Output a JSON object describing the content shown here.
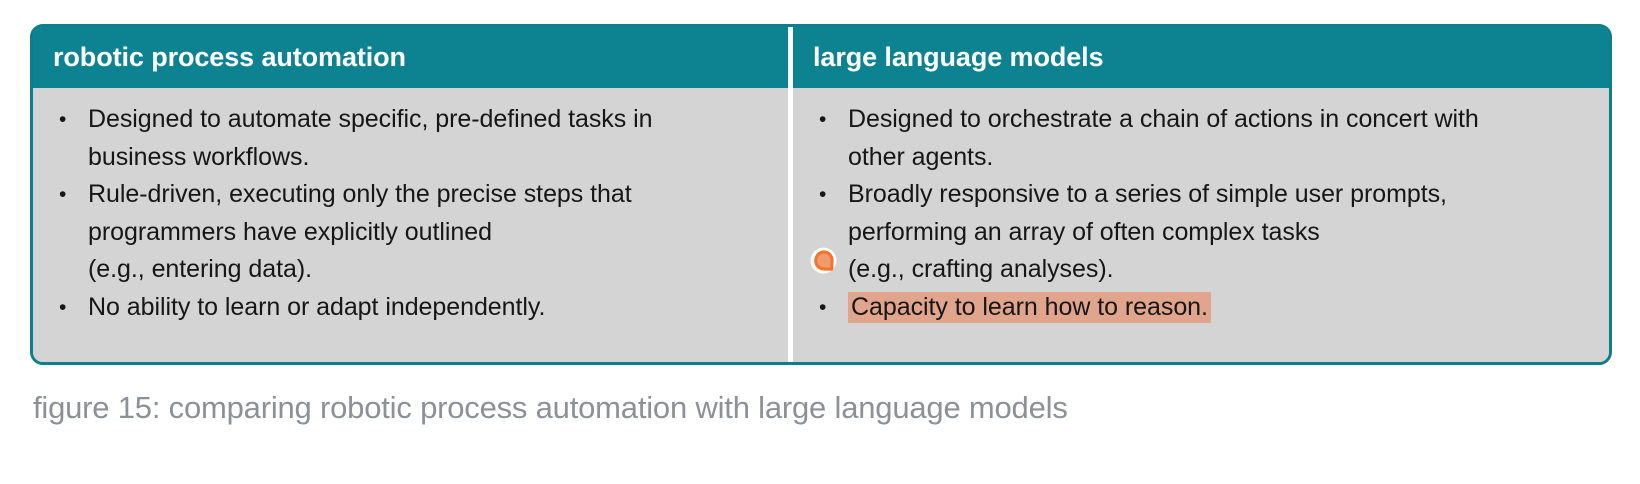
{
  "figure": {
    "caption": "figure 15: comparing robotic process automation with large language models",
    "caption_color": "#8C9097",
    "accent_color": "#0D8391",
    "border_color": "#0D7E8B",
    "body_background": "#D4D4D4",
    "highlight_color": "#E0A58C",
    "pointer_color": "#F5742A"
  },
  "table": {
    "columns": [
      {
        "header": "robotic process automation",
        "bullets": [
          {
            "lines": [
              "Designed to automate specific, pre-defined tasks in",
              "business workflows."
            ]
          },
          {
            "lines": [
              "Rule-driven, executing only the precise steps that",
              "programmers have explicitly outlined",
              "(e.g., entering data)."
            ]
          },
          {
            "lines": [
              "No ability to learn or adapt independently."
            ]
          }
        ]
      },
      {
        "header": "large language models",
        "bullets": [
          {
            "lines": [
              "Designed to orchestrate a chain of actions in concert with",
              "other agents."
            ]
          },
          {
            "lines": [
              "Broadly responsive to a series of simple user prompts,",
              "performing an array of often complex tasks",
              "(e.g., crafting analyses)."
            ]
          },
          {
            "lines": [
              "Capacity to learn how to reason."
            ],
            "highlighted": true
          }
        ]
      }
    ]
  },
  "pointer": {
    "icon": "cursor-blob-icon",
    "label": "annotation-pointer"
  }
}
